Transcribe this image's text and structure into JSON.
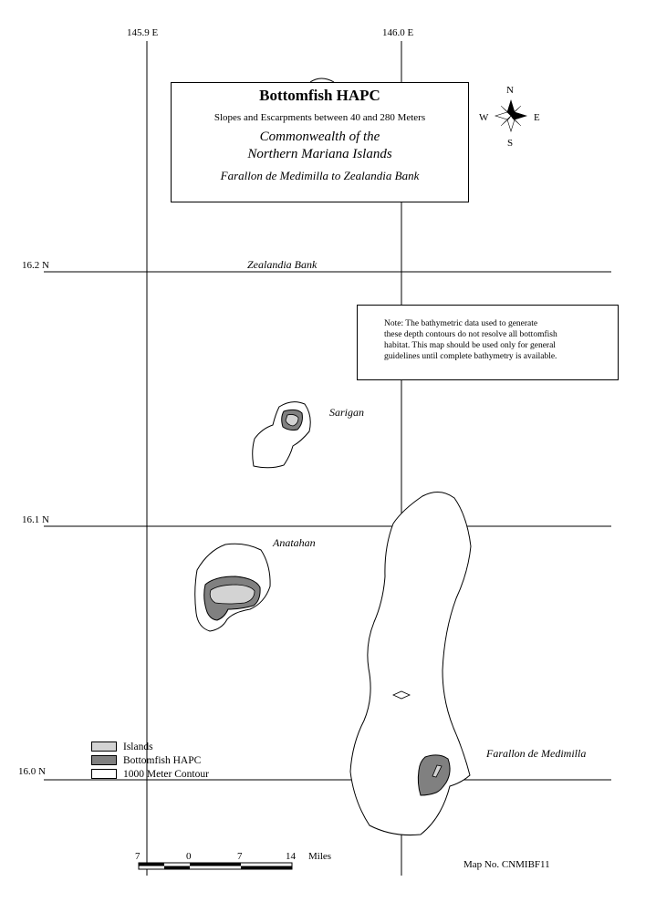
{
  "title_block": {
    "title": "Bottomfish HAPC",
    "subtitle": "Slopes and Escarpments between 40 and 280 Meters",
    "region_line1": "Commonwealth of the",
    "region_line2": "Northern Mariana Islands",
    "extent": "Farallon de Medimilla to Zealandia Bank"
  },
  "compass": {
    "north": "N",
    "south": "S",
    "east": "E",
    "west": "W",
    "icon": "compass-rose-icon"
  },
  "graticule": {
    "longitudes": [
      "145.9 E",
      "146.0 E"
    ],
    "latitudes": [
      "16.2 N",
      "16.1 N",
      "16.0 N"
    ]
  },
  "features": {
    "zealandia": "Zealandia Bank",
    "sarigan": "Sarigan",
    "anatahan": "Anatahan",
    "farallon": "Farallon de Medimilla"
  },
  "note": {
    "line1": "Note:  The  bathymetric data used to generate",
    "line2": "these depth contours do not resolve all bottomfish",
    "line3": "habitat.  This map should be used only for general",
    "line4": "guidelines until complete bathymetry is available."
  },
  "legend": {
    "items": [
      {
        "label": "Islands",
        "color": "#d3d3d3"
      },
      {
        "label": "Bottomfish HAPC",
        "color": "#808080"
      },
      {
        "label": "1000 Meter Contour",
        "color": "#ffffff"
      }
    ]
  },
  "scale_bar": {
    "ticks": [
      "7",
      "0",
      "7",
      "14"
    ],
    "unit": "Miles"
  },
  "map_number": "Map No. CNMIBF11",
  "colors": {
    "island": "#d3d3d3",
    "hapc": "#808080",
    "contour": "#ffffff",
    "line": "#000000"
  }
}
